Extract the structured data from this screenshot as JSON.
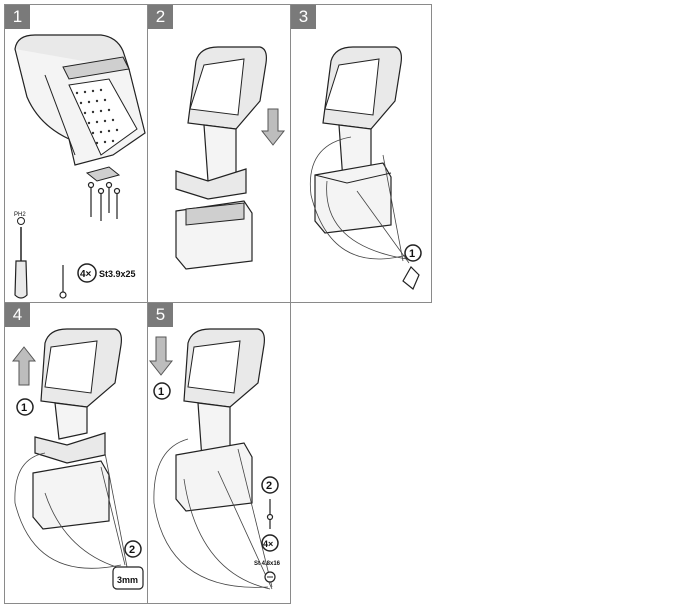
{
  "steps": [
    {
      "number": "1",
      "count": "4×",
      "screw": "St3.9x25",
      "tool": "PH2"
    },
    {
      "number": "2"
    },
    {
      "number": "3",
      "callout": "1"
    },
    {
      "number": "4",
      "callout_a": "1",
      "callout_b": "2",
      "tool": "3mm"
    },
    {
      "number": "5",
      "callout_a": "1",
      "callout_b": "2",
      "count": "4×",
      "screw": "St 4.8x16"
    }
  ],
  "colors": {
    "border": "#8a8a8a",
    "badge": "#7a7a7a",
    "line": "#222222",
    "fill_light": "#e9e9e9",
    "fill_mid": "#cfcfcf"
  }
}
